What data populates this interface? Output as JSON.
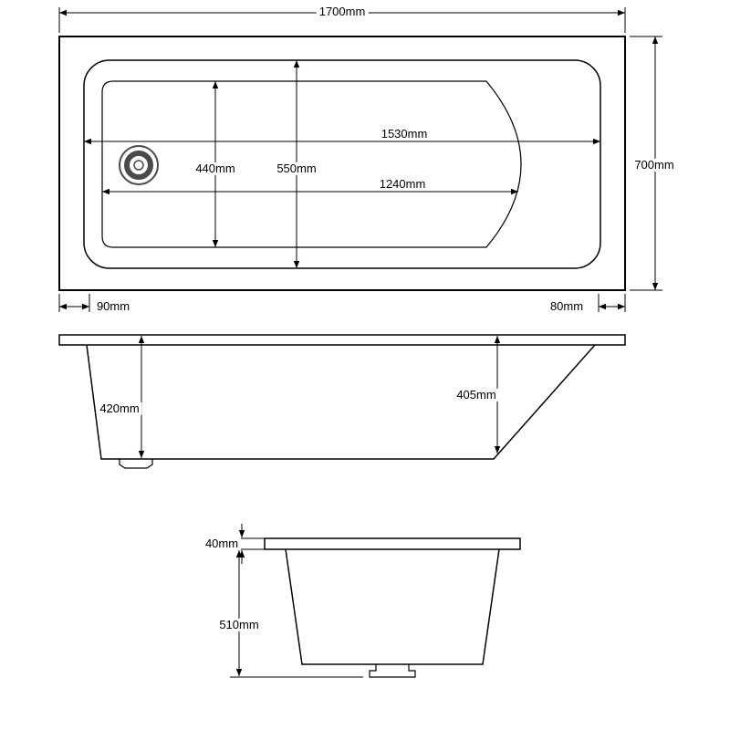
{
  "drawing": {
    "plan_view": {
      "overall_length": "1700mm",
      "overall_width": "700mm",
      "basin_length": "1530mm",
      "floor_length": "1240mm",
      "floor_width": "440mm",
      "basin_width": "550mm",
      "drain_end_overhang": "90mm",
      "far_end_overhang": "80mm"
    },
    "side_view": {
      "front_depth": "420mm",
      "rear_depth": "405mm"
    },
    "end_view": {
      "rim_thickness": "40mm",
      "overall_depth": "510mm"
    }
  }
}
